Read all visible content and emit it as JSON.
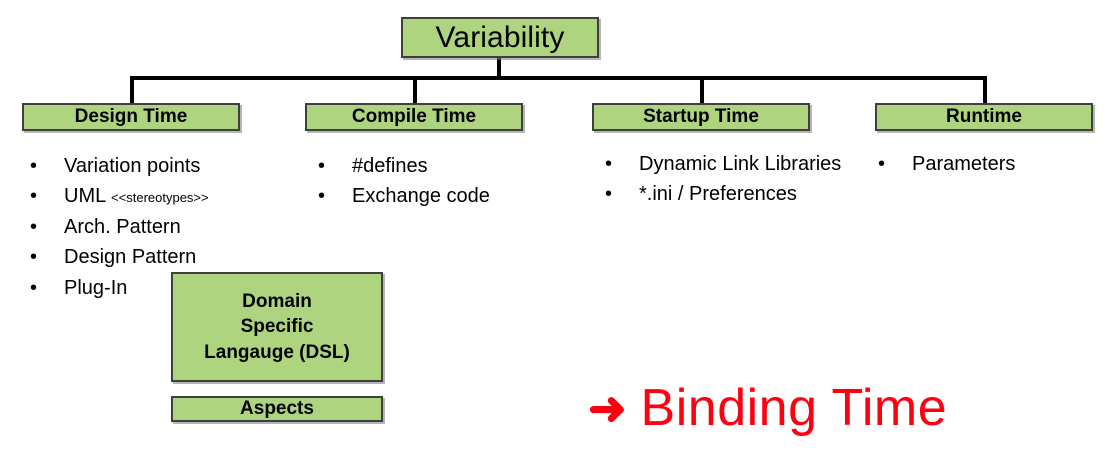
{
  "diagram": {
    "root": {
      "label": "Variability"
    },
    "categories": [
      {
        "label": "Design Time"
      },
      {
        "label": "Compile Time"
      },
      {
        "label": "Startup Time"
      },
      {
        "label": "Runtime"
      }
    ],
    "bullet_groups": [
      {
        "owner": "Design Time",
        "items": [
          {
            "text": "Variation points"
          },
          {
            "text": "UML ",
            "suffix": "<<stereotypes>>"
          },
          {
            "text": "Arch. Pattern"
          },
          {
            "text": "Design Pattern"
          },
          {
            "text": "Plug-In"
          }
        ]
      },
      {
        "owner": "Compile Time",
        "items": [
          {
            "text": "#defines"
          },
          {
            "text": "Exchange code"
          }
        ]
      },
      {
        "owner": "Startup Time",
        "items": [
          {
            "text": "Dynamic Link Libraries"
          },
          {
            "text": "*.ini / Preferences"
          }
        ]
      },
      {
        "owner": "Runtime",
        "items": [
          {
            "text": "Parameters"
          }
        ]
      }
    ],
    "extra_boxes": {
      "dsl": {
        "line1": "Domain",
        "line2": "Specific",
        "line3": "Langauge (DSL)"
      },
      "aspects": {
        "label": "Aspects"
      }
    },
    "callout": {
      "arrow": "➜",
      "label": "Binding Time"
    },
    "bullet_glyph": "•"
  },
  "colors": {
    "box_fill": "#AFD47F",
    "box_border": "#3f3f3f",
    "connector": "#000000",
    "callout": "#FF0011",
    "text": "#000000"
  }
}
